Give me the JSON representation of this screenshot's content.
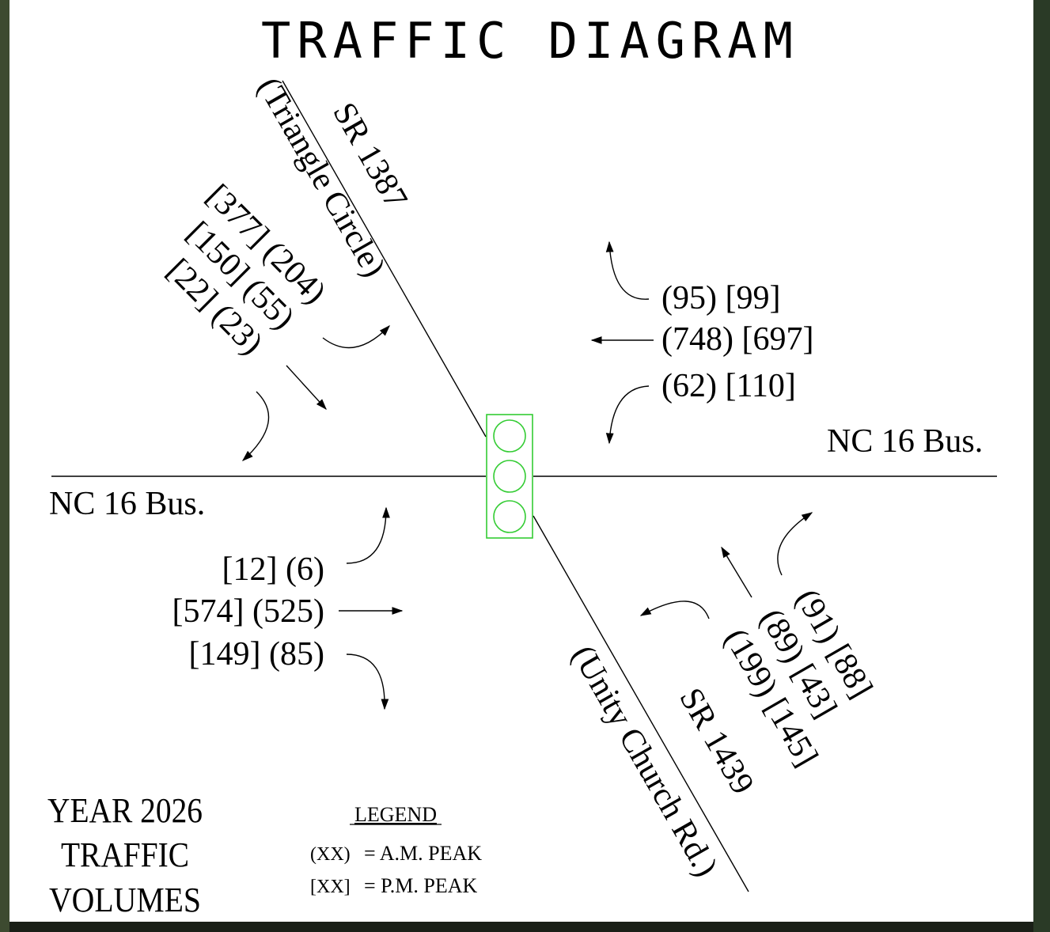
{
  "title": "TRAFFIC DIAGRAM",
  "roads": {
    "east_main": "NC 16 Bus.",
    "west_main": "NC 16 Bus.",
    "northwest_number": "SR 1387",
    "northwest_name": "(Triangle Circle)",
    "southeast_number": "SR 1439",
    "southeast_name": "(Unity Church Rd.)"
  },
  "volumes": {
    "northwest_approach": [
      "[377] (204)",
      "[150] (55)",
      "[22] (23)"
    ],
    "east_approach": [
      "(95) [99]",
      "(748) [697]",
      "(62) [110]"
    ],
    "west_approach": [
      "[12] (6)",
      "[574] (525)",
      "[149] (85)"
    ],
    "southeast_approach": [
      "(91) [88]",
      "(89) [43]",
      "(199) [145]"
    ]
  },
  "year_label": [
    "YEAR 2026",
    "TRAFFIC",
    "VOLUMES"
  ],
  "legend": {
    "heading": "LEGEND",
    "am_symbol": "(XX)",
    "am_text": "= A.M. PEAK",
    "pm_symbol": "[XX]",
    "pm_text": "= P.M. PEAK"
  },
  "colors": {
    "signal": "#33cc33",
    "line": "#000000",
    "paper": "#ffffff"
  }
}
